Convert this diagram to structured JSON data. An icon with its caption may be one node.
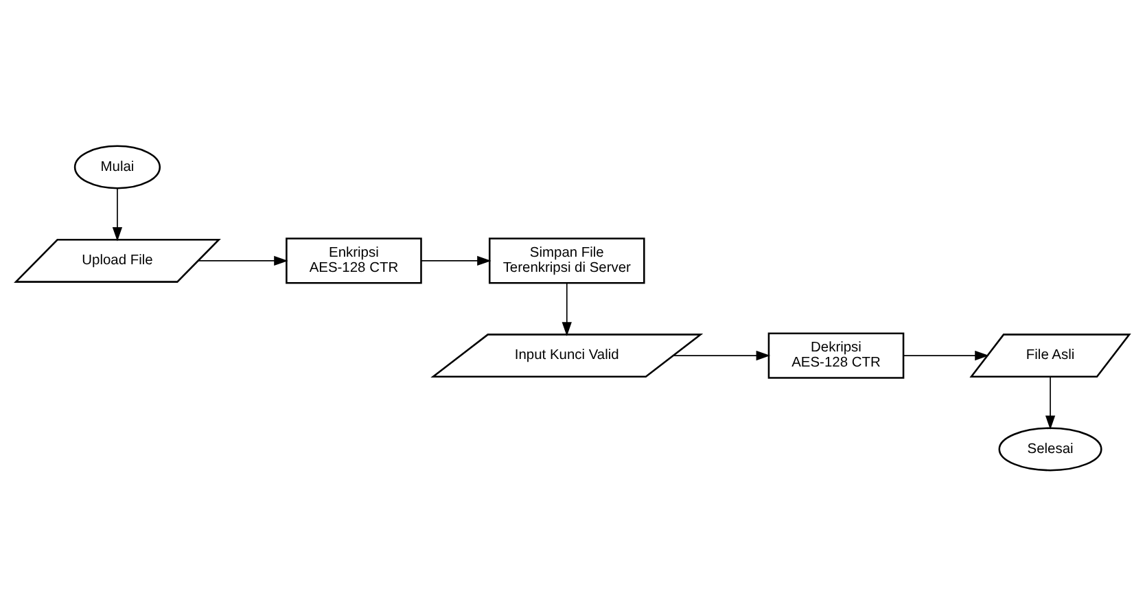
{
  "diagram": {
    "nodes": [
      {
        "text": [
          "Mulai"
        ]
      },
      {
        "text": [
          "Upload File"
        ]
      },
      {
        "text": [
          "Enkripsi AES-128 CTR"
        ]
      },
      {
        "text": [
          "Simpan File Terenkripsi di Server"
        ]
      },
      {
        "text": [
          "Input Kunci Valid"
        ]
      },
      {
        "text": [
          "Dekripsi AES-128 CTR"
        ]
      },
      {
        "text": [
          "File Asli"
        ]
      },
      {
        "text": [
          "Selesai"
        ]
      }
    ],
    "edges": [
      {
        "from": 0,
        "to": 1,
        "arrow": "to"
      },
      {
        "from": 1,
        "to": 2,
        "arrow": "to"
      },
      {
        "from": 2,
        "to": 3,
        "arrow": "to"
      },
      {
        "from": 3,
        "to": 4,
        "arrow": "to"
      },
      {
        "from": 4,
        "to": 5,
        "arrow": "to"
      },
      {
        "from": 5,
        "to": 6,
        "arrow": "to"
      },
      {
        "from": 6,
        "to": 7,
        "arrow": "to"
      }
    ]
  }
}
